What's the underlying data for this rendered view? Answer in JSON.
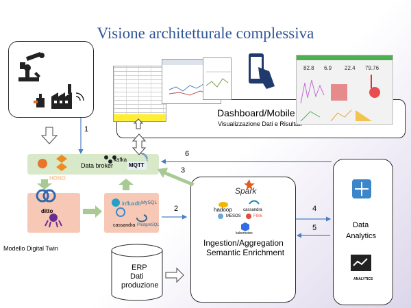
{
  "title": "Visione architetturale complessiva",
  "dashboard": {
    "title": "Dashboard/Mobile",
    "subtitle": "Visualizzazione Dati e Risultati",
    "metrics": [
      "82.8",
      "6.9",
      "22.4",
      "79.76"
    ]
  },
  "broker": {
    "label": "Data broker",
    "logos": {
      "hono": "HONO",
      "kafka": "kafka",
      "mqtt": "MQTT"
    }
  },
  "digital_twin": {
    "label": "Modello Digital Twin",
    "logos": {
      "ditto": "ditto",
      "influx": "influxdb",
      "mysql": "MySQL",
      "cassandra": "cassandra",
      "postgres": "PostgreSQL"
    }
  },
  "ingestion": {
    "line1": "Ingestion/Aggregation",
    "line2": "Semantic Enrichment",
    "logos": {
      "spark": "Spark",
      "hadoop": "hadoop",
      "cassandra": "cassandra",
      "mesos": "MESOS",
      "flink": "Flink",
      "kubernetes": "kubernetes"
    }
  },
  "analytics": {
    "line1": "Data",
    "line2": "Analytics",
    "analytics_label": "ANALYTICS"
  },
  "erp": {
    "line1": "ERP",
    "line2": "Dati",
    "line3": "produzione"
  },
  "flows": {
    "f1": "1",
    "f2": "2",
    "f3": "3",
    "f4": "4",
    "f5": "5",
    "f6": "6"
  },
  "colors": {
    "title": "#2f5597",
    "green_band": "#d8e9c9",
    "pink_panel": "#f7c8b5",
    "arrow_green": "#a9c994",
    "arrow_blue": "#4a7fc1"
  }
}
